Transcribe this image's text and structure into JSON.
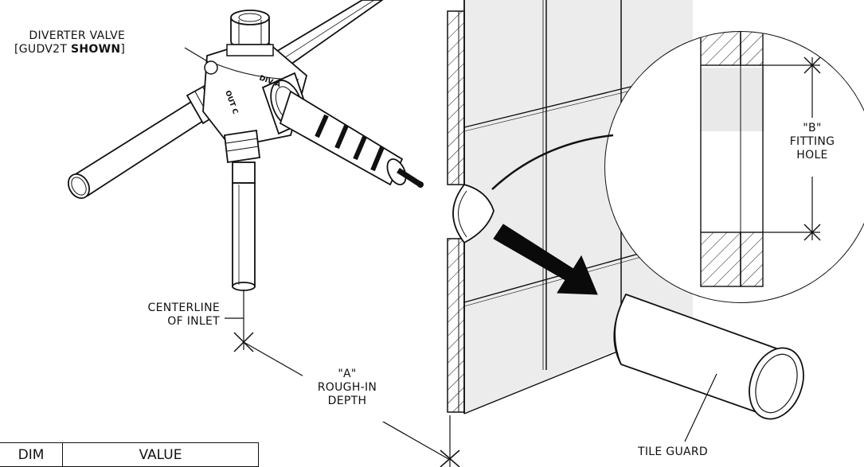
{
  "labels": {
    "diverter_line1": "DIVERTER VALVE",
    "diverter_line2_pre": "[GUDV2T ",
    "diverter_line2_bold": "SHOWN",
    "diverter_line2_post": "]",
    "centerline_line1": "CENTERLINE",
    "centerline_line2": "OF INLET",
    "dim_a_line1": "\"A\"",
    "dim_a_line2": "ROUGH-IN",
    "dim_a_line3": "DEPTH",
    "dim_b_line1": "\"B\"",
    "dim_b_line2": "FITTING",
    "dim_b_line3": "HOLE",
    "tile_guard": "TILE GUARD"
  },
  "valve_markings": {
    "top": "DIV A",
    "side": "OUT C"
  },
  "table": {
    "headers": [
      "DIM",
      "VALUE"
    ]
  },
  "colors": {
    "line": "#111111",
    "wall_gray": "#ebebeb",
    "wall_gray_dark": "#dcdcdc",
    "arrow": "#0a0a0a"
  }
}
